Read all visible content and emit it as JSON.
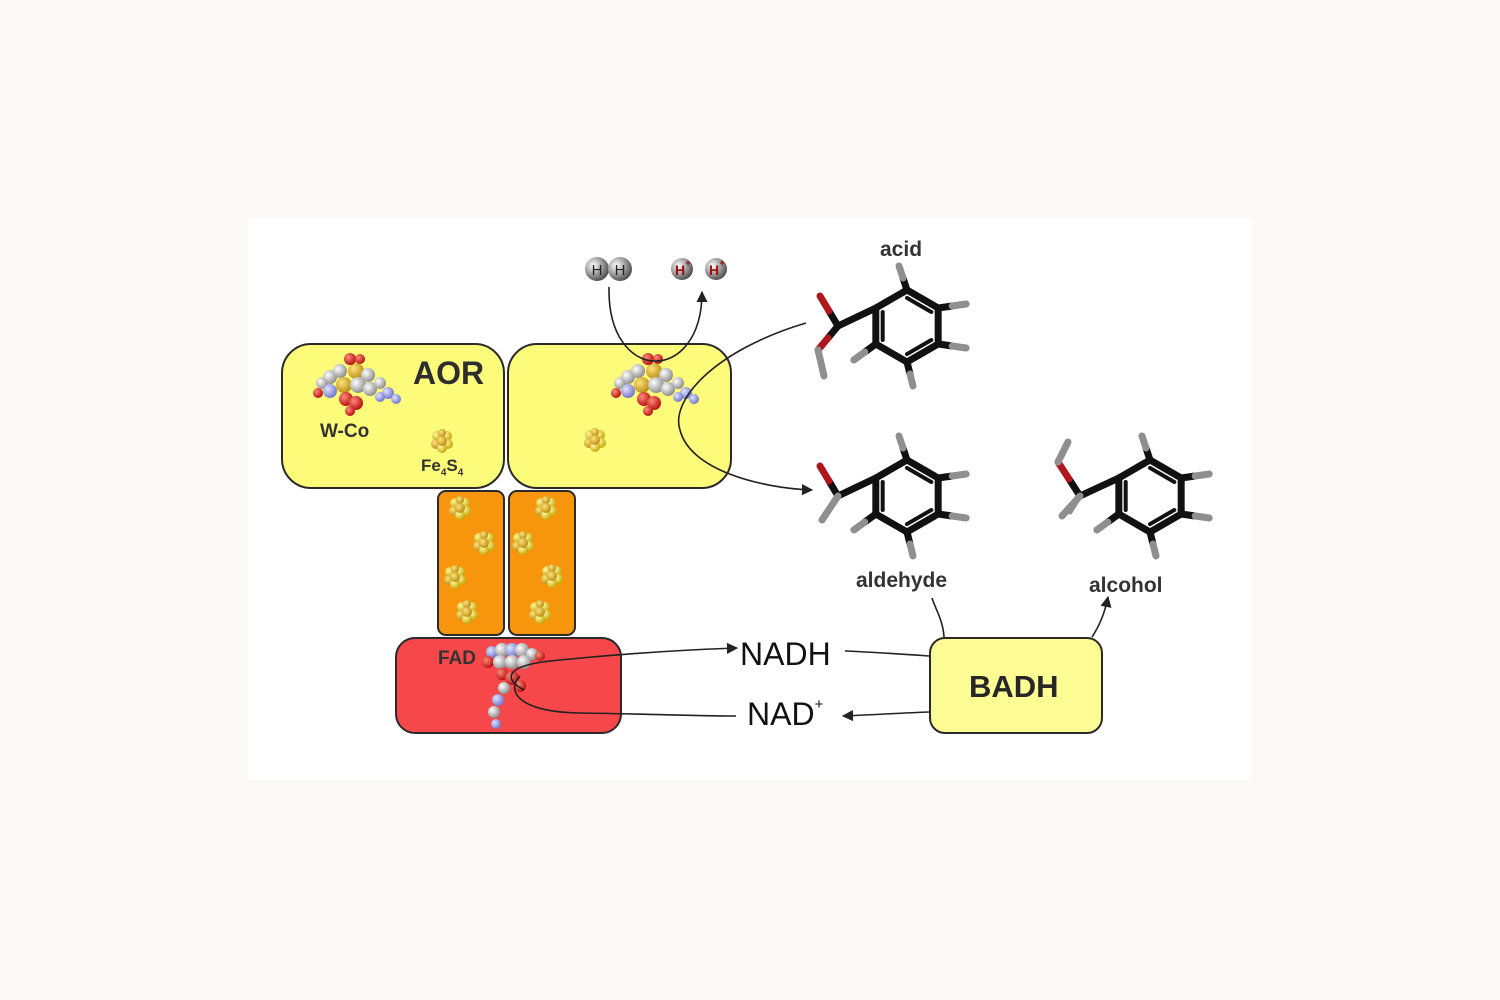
{
  "enzymes": {
    "aor": "AOR",
    "badh": "BADH"
  },
  "cofactors": {
    "tungsten": "W-Co",
    "iron_sulfur": {
      "base": "Fe",
      "sub1": "4",
      "mid": "S",
      "sub2": "4"
    },
    "flavin": "FAD"
  },
  "molecules": {
    "acid": "acid",
    "aldehyde": "aldehyde",
    "alcohol": "alcohol"
  },
  "atoms": {
    "hydrogen": "H",
    "proton": "H",
    "proton_charge": "+"
  },
  "reactions": {
    "nadh": "NADH",
    "nad_base": "NAD",
    "nad_charge": "+"
  },
  "colors": {
    "aor_fill": "#fdfb7a",
    "ferredoxin_fill": "#f7950d",
    "fad_domain_fill": "#f6474b",
    "badh_fill": "#fdfb94",
    "bond_black": "#111111",
    "oxygen_red": "#b0171c",
    "hydrogen_grey": "#8f8f8f"
  }
}
